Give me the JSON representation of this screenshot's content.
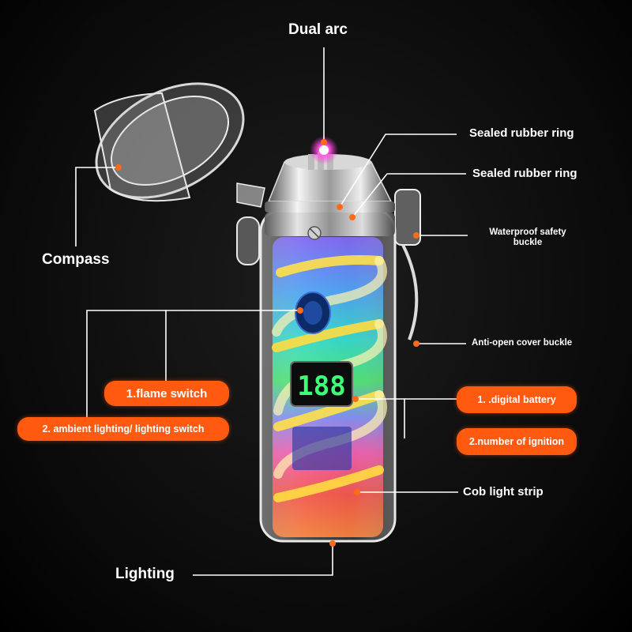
{
  "labels": {
    "dual_arc": "Dual arc",
    "sealed_ring_1": "Sealed rubber ring",
    "sealed_ring_2": "Sealed rubber ring",
    "waterproof_buckle_line1": "Waterproof safety",
    "waterproof_buckle_line2": "buckle",
    "compass": "Compass",
    "anti_open_buckle": "Anti-open cover buckle",
    "flame_switch": "1.flame switch",
    "ambient_switch": "2. ambient lighting/ lighting switch",
    "digital_battery": "1. .digital battery",
    "ignition_count": "2.number of ignition",
    "cob_light_strip": "Cob light strip",
    "lighting": "Lighting"
  },
  "display": {
    "digits": "188"
  },
  "colors": {
    "background": "#000000",
    "accent_orange": "#ff5a10",
    "callout_dot": "#ff6a1a",
    "leader_line": "#ffffff",
    "display_green": "#3cff7a",
    "arc_magenta": "#ff2bd6"
  },
  "icons": {
    "screw": "screw-icon",
    "switch_button": "switch-button-icon"
  }
}
